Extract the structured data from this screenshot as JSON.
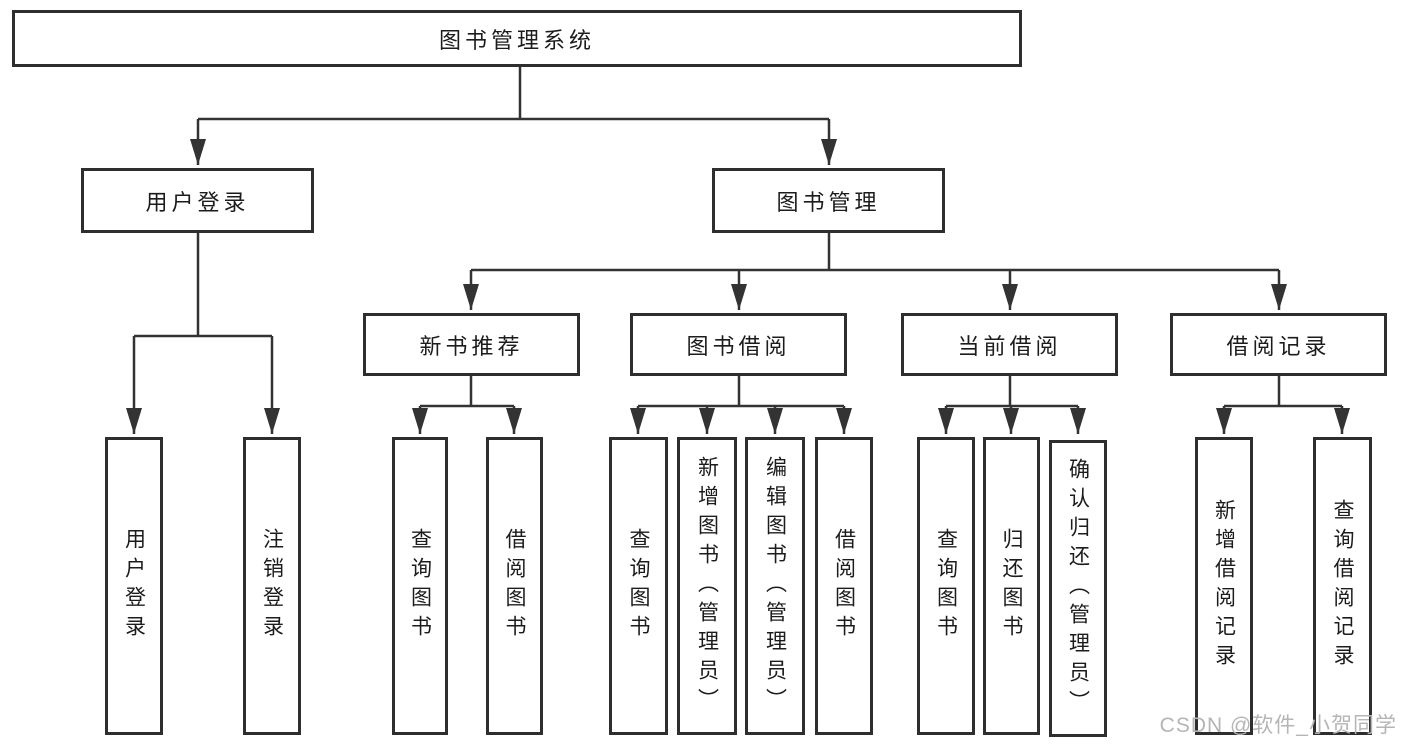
{
  "colors": {
    "line": "#333333",
    "box_border": "#2e2e2e",
    "text": "#1c1c1c",
    "watermark": "#b5b5b5"
  },
  "tree": {
    "root": {
      "label": "图书管理系统"
    },
    "branches": [
      {
        "label": "用户登录",
        "children": [
          {
            "label": "用户登录"
          },
          {
            "label": "注销登录"
          }
        ]
      },
      {
        "label": "图书管理",
        "children": [
          {
            "label": "新书推荐",
            "children": [
              {
                "label": "查询图书"
              },
              {
                "label": "借阅图书"
              }
            ]
          },
          {
            "label": "图书借阅",
            "children": [
              {
                "label": "查询图书"
              },
              {
                "label": "新增图书（管理员）"
              },
              {
                "label": "编辑图书（管理员）"
              },
              {
                "label": "借阅图书"
              }
            ]
          },
          {
            "label": "当前借阅",
            "children": [
              {
                "label": "查询图书"
              },
              {
                "label": "归还图书"
              },
              {
                "label": "确认归还（管理员）"
              }
            ]
          },
          {
            "label": "借阅记录",
            "children": [
              {
                "label": "新增借阅记录"
              },
              {
                "label": "查询借阅记录"
              }
            ]
          }
        ]
      }
    ]
  },
  "watermark": "CSDN @软件_小贺同学"
}
